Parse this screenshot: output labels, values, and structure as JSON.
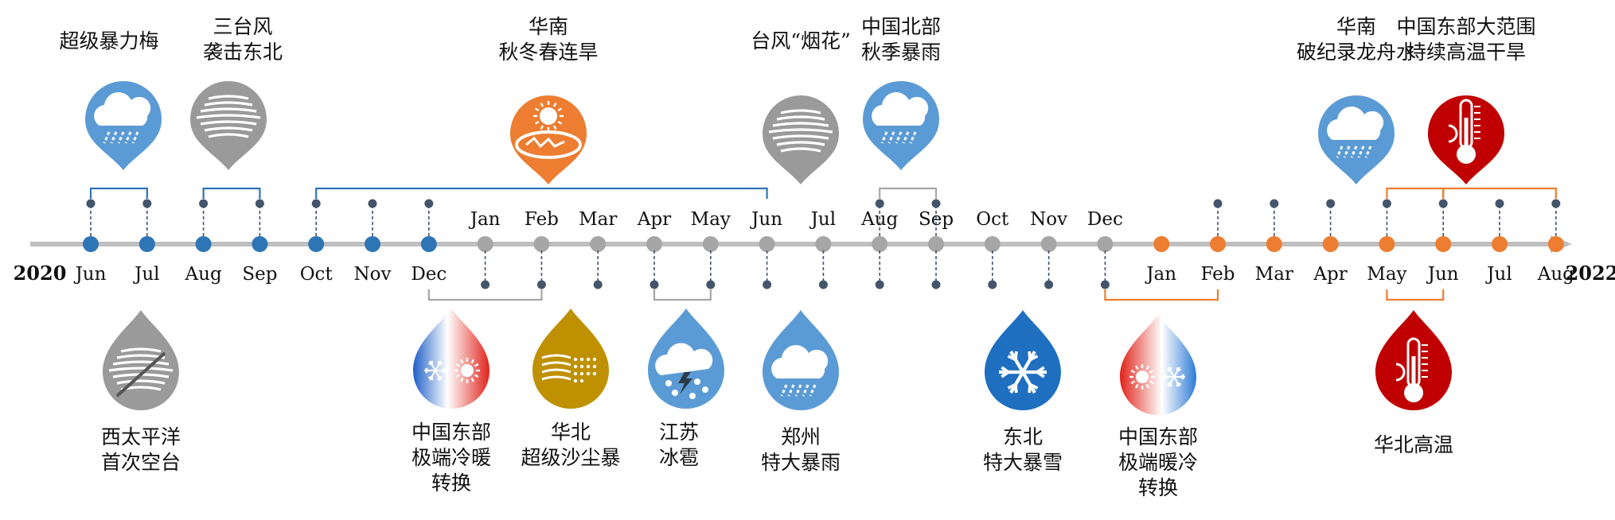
{
  "timeline": {
    "start_year": "2020",
    "end_year": "2022",
    "colors": {
      "blue": "#2E75B6",
      "gray": "#A6A6A6",
      "orange": "#ED7D31",
      "axis": "#BFBFBF",
      "stem": "#44546A"
    },
    "months": [
      {
        "label": "Jun",
        "color": "blue"
      },
      {
        "label": "Jul",
        "color": "blue"
      },
      {
        "label": "Aug",
        "color": "blue"
      },
      {
        "label": "Sep",
        "color": "blue"
      },
      {
        "label": "Oct",
        "color": "blue"
      },
      {
        "label": "Nov",
        "color": "blue"
      },
      {
        "label": "Dec",
        "color": "blue"
      },
      {
        "label": "Jan",
        "color": "gray"
      },
      {
        "label": "Feb",
        "color": "gray"
      },
      {
        "label": "Mar",
        "color": "gray"
      },
      {
        "label": "Apr",
        "color": "gray"
      },
      {
        "label": "May",
        "color": "gray"
      },
      {
        "label": "Jun",
        "color": "gray"
      },
      {
        "label": "Jul",
        "color": "gray"
      },
      {
        "label": "Aug",
        "color": "gray"
      },
      {
        "label": "Sep",
        "color": "gray"
      },
      {
        "label": "Oct",
        "color": "gray"
      },
      {
        "label": "Nov",
        "color": "gray"
      },
      {
        "label": "Dec",
        "color": "gray"
      },
      {
        "label": "Jan",
        "color": "orange"
      },
      {
        "label": "Feb",
        "color": "orange"
      },
      {
        "label": "Mar",
        "color": "orange"
      },
      {
        "label": "Apr",
        "color": "orange"
      },
      {
        "label": "May",
        "color": "orange"
      },
      {
        "label": "Jun",
        "color": "orange"
      },
      {
        "label": "Jul",
        "color": "orange"
      },
      {
        "label": "Aug",
        "color": "orange"
      }
    ],
    "events_top": [
      {
        "text": [
          "超级暴力梅"
        ],
        "icon": "rain-cloud-icon",
        "theme": "blue",
        "start": 0,
        "end": 1
      },
      {
        "text": [
          "三台风",
          "袭击东北"
        ],
        "icon": "typhoon-icon",
        "theme": "gray",
        "start": 2,
        "end": 3
      },
      {
        "text": [
          "华南",
          "秋冬春连旱"
        ],
        "icon": "drought-sun-icon",
        "theme": "orange",
        "start": 4,
        "end": 12,
        "bracket_color": "blue"
      },
      {
        "text": [
          "台风“烟花”"
        ],
        "icon": "typhoon-icon",
        "theme": "gray",
        "start": 13,
        "end": 13
      },
      {
        "text": [
          "中国北部",
          "秋季暴雨"
        ],
        "icon": "rain-cloud-icon",
        "theme": "blue",
        "start": 14,
        "end": 15,
        "bracket_color": "gray"
      },
      {
        "text": [
          "华南",
          "破纪录龙舟水"
        ],
        "icon": "rain-cloud-icon",
        "theme": "blue",
        "start": 23,
        "end": 24,
        "bracket_color": "orange"
      },
      {
        "text": [
          "中国东部大范围",
          "持续高温干旱"
        ],
        "icon": "thermometer-icon",
        "theme": "red",
        "start": 24,
        "end": 26,
        "bracket_color": "orange"
      }
    ],
    "events_bottom": [
      {
        "text": [
          "西太平洋",
          "首次空台"
        ],
        "icon": "no-typhoon-icon",
        "theme": "gray",
        "start": 1,
        "end": 1
      },
      {
        "text": [
          "中国东部",
          "极端冷暖",
          "转换"
        ],
        "icon": "cold-warm-icon",
        "theme": "coldwarm",
        "start": 6,
        "end": 8,
        "bracket_color": "gray"
      },
      {
        "text": [
          "华北",
          "超级沙尘暴"
        ],
        "icon": "sandstorm-icon",
        "theme": "gold",
        "start": 9,
        "end": 9
      },
      {
        "text": [
          "江苏",
          "冰雹"
        ],
        "icon": "hail-storm-icon",
        "theme": "blue",
        "start": 10,
        "end": 11,
        "bracket_color": "gray"
      },
      {
        "text": [
          "郑州",
          "特大暴雨"
        ],
        "icon": "rain-cloud-icon",
        "theme": "blue",
        "start": 13,
        "end": 13
      },
      {
        "text": [
          "东北",
          "特大暴雪"
        ],
        "icon": "snowflake-icon",
        "theme": "darkblue",
        "start": 17,
        "end": 17
      },
      {
        "text": [
          "中国东部",
          "极端暖冷",
          "转换"
        ],
        "icon": "warm-cold-icon",
        "theme": "warmcold",
        "start": 18,
        "end": 20,
        "bracket_color": "orange"
      },
      {
        "text": [
          "华北高温"
        ],
        "icon": "thermometer-icon",
        "theme": "red",
        "start": 23,
        "end": 24,
        "bracket_color": "orange"
      }
    ],
    "stems_top": [
      0,
      1,
      2,
      3,
      4,
      5,
      6,
      14,
      15,
      20,
      21,
      22,
      23,
      24,
      25,
      26
    ],
    "stems_bottom": [
      7,
      8,
      9,
      10,
      11,
      12,
      13,
      14,
      15,
      16,
      17,
      18
    ]
  }
}
